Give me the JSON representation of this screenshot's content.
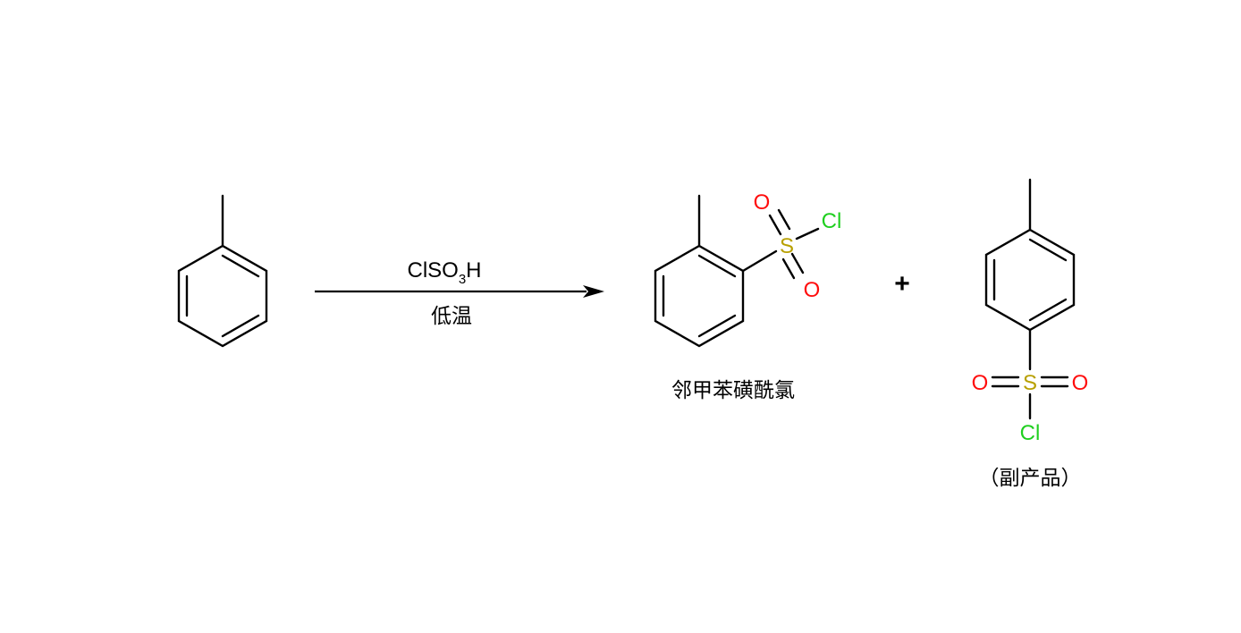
{
  "reaction": {
    "reagent_main": "ClSO",
    "reagent_sub": "3",
    "reagent_tail": "H",
    "condition": "低温",
    "plus": "+"
  },
  "product_ortho": {
    "name": "邻甲苯磺酰氯",
    "atom_s": "S",
    "atom_o1": "O",
    "atom_o2": "O",
    "atom_cl": "Cl"
  },
  "product_para": {
    "name": "（副产品）",
    "atom_s": "S",
    "atom_o1": "O",
    "atom_o2": "O",
    "atom_cl": "Cl"
  },
  "colors": {
    "bond": "#000000",
    "oxygen": "#ff0d0d",
    "sulfur": "#b8a000",
    "chlorine": "#1fcf1f"
  }
}
